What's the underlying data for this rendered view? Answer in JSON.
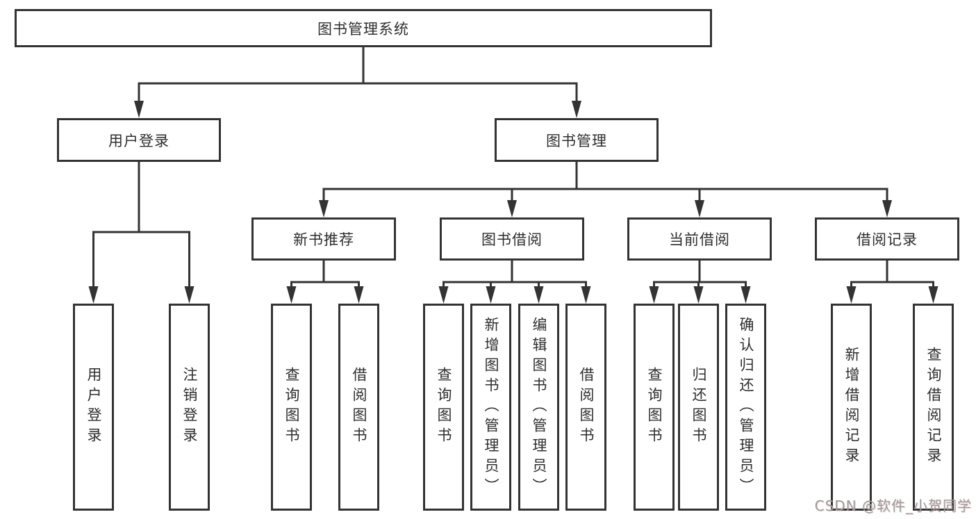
{
  "diagram": {
    "type": "tree",
    "root": "图书管理系统",
    "l2": [
      "用户登录",
      "图书管理"
    ],
    "l3": [
      "新书推荐",
      "图书借阅",
      "当前借阅",
      "借阅记录"
    ],
    "leaves": [
      "用户登录",
      "注销登录",
      "查询图书",
      "借阅图书",
      "查询图书",
      "新增图书（管理员）",
      "编辑图书（管理员）",
      "借阅图书",
      "查询图书",
      "归还图书",
      "确认归还（管理员）",
      "新增借阅记录",
      "查询借阅记录"
    ],
    "structure": {
      "图书管理系统": [
        "用户登录",
        "图书管理"
      ],
      "用户登录": [
        "用户登录",
        "注销登录"
      ],
      "图书管理": [
        "新书推荐",
        "图书借阅",
        "当前借阅",
        "借阅记录"
      ],
      "新书推荐": [
        "查询图书",
        "借阅图书"
      ],
      "图书借阅": [
        "查询图书",
        "新增图书（管理员）",
        "编辑图书（管理员）",
        "借阅图书"
      ],
      "当前借阅": [
        "查询图书",
        "归还图书",
        "确认归还（管理员）"
      ],
      "借阅记录": [
        "新增借阅记录",
        "查询借阅记录"
      ]
    }
  },
  "watermark": {
    "text": "CSDN @软件_小贺同学",
    "color": "#9e9e9e"
  },
  "colors": {
    "line": "#333333",
    "text": "#2e2e2e",
    "background": "#ffffff"
  }
}
